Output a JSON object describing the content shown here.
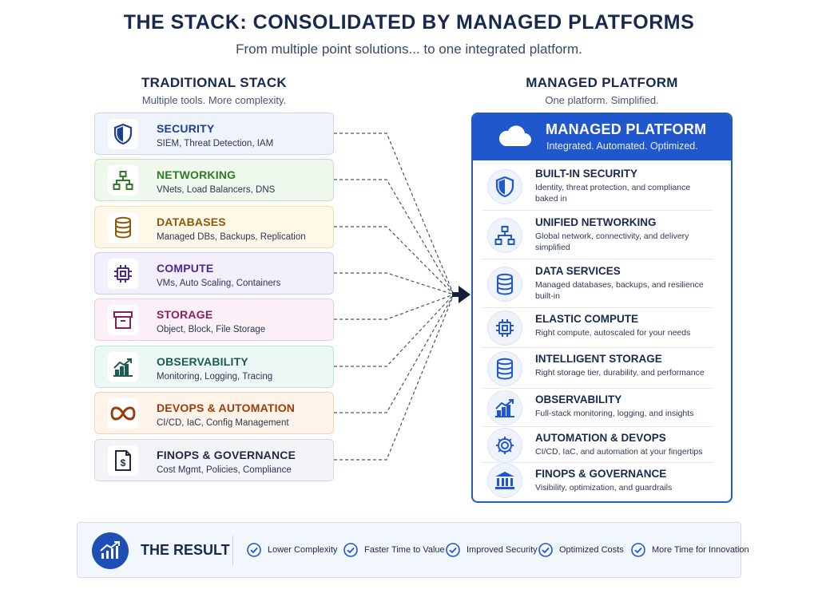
{
  "header": {
    "title": "THE STACK: CONSOLIDATED BY MANAGED PLATFORMS",
    "subtitle": "From multiple point solutions... to one integrated platform."
  },
  "traditional": {
    "heading": "TRADITIONAL STACK",
    "subheading": "Multiple tools. More complexity.",
    "items": [
      {
        "title": "SECURITY",
        "subtitle": "SIEM, Threat Detection, IAM",
        "icon": "shield-icon",
        "bg": "#eef3fc",
        "border": "#c9d7f1",
        "color": "#1d3f8f"
      },
      {
        "title": "NETWORKING",
        "subtitle": "VNets, Load Balancers, DNS",
        "icon": "network-icon",
        "bg": "#eff8ec",
        "border": "#c6e3be",
        "color": "#2f7a27"
      },
      {
        "title": "DATABASES",
        "subtitle": "Managed DBs, Backups, Replication",
        "icon": "database-icon",
        "bg": "#fff8e8",
        "border": "#f4dca2",
        "color": "#8a5a06"
      },
      {
        "title": "COMPUTE",
        "subtitle": "VMs, Auto Scaling, Containers",
        "icon": "cpu-icon",
        "bg": "#f4effc",
        "border": "#d9cbf1",
        "color": "#4a2a8c"
      },
      {
        "title": "STORAGE",
        "subtitle": "Object, Block, File Storage",
        "icon": "archive-box-icon",
        "bg": "#fcf0f8",
        "border": "#eccbe2",
        "color": "#8a1f5e"
      },
      {
        "title": "OBSERVABILITY",
        "subtitle": "Monitoring, Logging, Tracing",
        "icon": "chart-icon",
        "bg": "#ebf8f6",
        "border": "#bfe4de",
        "color": "#1d5a51"
      },
      {
        "title": "DEVOPS & AUTOMATION",
        "subtitle": "CI/CD, IaC, Config Management",
        "icon": "infinity-icon",
        "bg": "#fff3ea",
        "border": "#f5d2b7",
        "color": "#9a3d0a"
      },
      {
        "title": "FINOPS & GOVERNANCE",
        "subtitle": "Cost Mgmt, Policies, Compliance",
        "icon": "invoice-icon",
        "bg": "#f2f4f8",
        "border": "#d3d8e3",
        "color": "#1e2a42"
      }
    ]
  },
  "managed": {
    "heading": "MANAGED PLATFORM",
    "subheading": "One platform. Simplified.",
    "box_title": "MANAGED PLATFORM",
    "box_subtitle": "Integrated. Automated. Optimized.",
    "accent": "#2157cc",
    "features": [
      {
        "title": "BUILT-IN SECURITY",
        "subtitle": "Identity, threat protection, and compliance baked in",
        "icon": "shield-icon"
      },
      {
        "title": "UNIFIED NETWORKING",
        "subtitle": "Global network, connectivity, and delivery simplified",
        "icon": "network-icon"
      },
      {
        "title": "DATA SERVICES",
        "subtitle": "Managed databases, backups, and resilience built-in",
        "icon": "database-icon"
      },
      {
        "title": "ELASTIC COMPUTE",
        "subtitle": "Right compute, autoscaled for your needs",
        "icon": "cpu-icon"
      },
      {
        "title": "INTELLIGENT STORAGE",
        "subtitle": "Right storage tier, durability, and performance",
        "icon": "database-icon"
      },
      {
        "title": "OBSERVABILITY",
        "subtitle": "Full-stack monitoring, logging, and insights",
        "icon": "chart-icon"
      },
      {
        "title": "AUTOMATION & DEVOPS",
        "subtitle": "CI/CD, IaC, and automation at your fingertips",
        "icon": "gear-icon"
      },
      {
        "title": "FINOPS & GOVERNANCE",
        "subtitle": "Visibility, optimization, and guardrails",
        "icon": "bank-icon"
      }
    ]
  },
  "result": {
    "label": "THE RESULT",
    "icon": "growth-chart-icon",
    "benefits": [
      "Lower Complexity",
      "Faster Time to Value",
      "Improved Security",
      "Optimized Costs",
      "More Time for Innovation"
    ]
  }
}
